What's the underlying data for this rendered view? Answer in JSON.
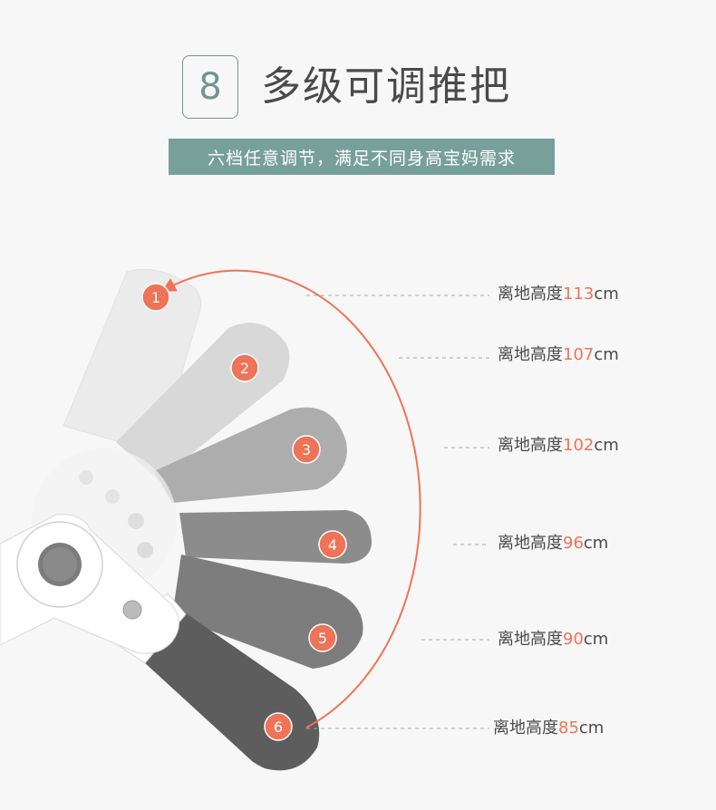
{
  "header": {
    "number": "8",
    "title": "多级可调推把"
  },
  "banner": {
    "text": "六档任意调节，满足不同身高宝妈需求"
  },
  "positions": [
    {
      "marker": "1",
      "prefix": "离地高度",
      "value": "113",
      "unit": "cm"
    },
    {
      "marker": "2",
      "prefix": "离地高度",
      "value": "107",
      "unit": "cm"
    },
    {
      "marker": "3",
      "prefix": "离地高度",
      "value": "102",
      "unit": "cm"
    },
    {
      "marker": "4",
      "prefix": "离地高度",
      "value": "96",
      "unit": "cm"
    },
    {
      "marker": "5",
      "prefix": "离地高度",
      "value": "90",
      "unit": "cm"
    },
    {
      "marker": "6",
      "prefix": "离地高度",
      "value": "85",
      "unit": "cm"
    }
  ],
  "colors": {
    "accent": "#ef7356",
    "teal": "#77a09b",
    "text": "#4a4a4a",
    "background": "#f7f7f7"
  }
}
